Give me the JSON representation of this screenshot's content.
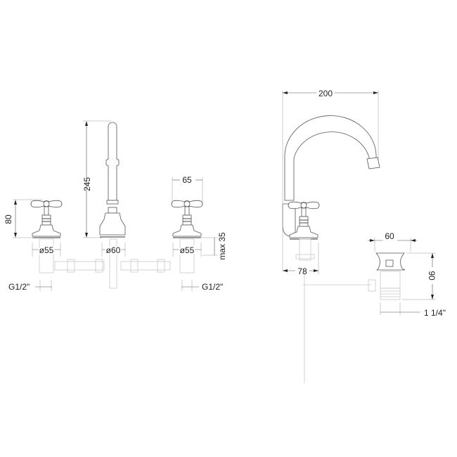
{
  "dimensions": {
    "tap_height": "80",
    "spout_height": "245",
    "handle_width": "65",
    "max_deck_thickness": "max 35",
    "left_tap_base": "ø55",
    "spout_base": "ø60",
    "right_tap_base": "ø55",
    "left_thread": "G1/2\"",
    "right_thread": "G1/2\"",
    "swivel_spout_reach": "200",
    "swivel_base": "78",
    "waste_width": "60",
    "waste_height": "90",
    "waste_thread": "1 1/4\""
  }
}
